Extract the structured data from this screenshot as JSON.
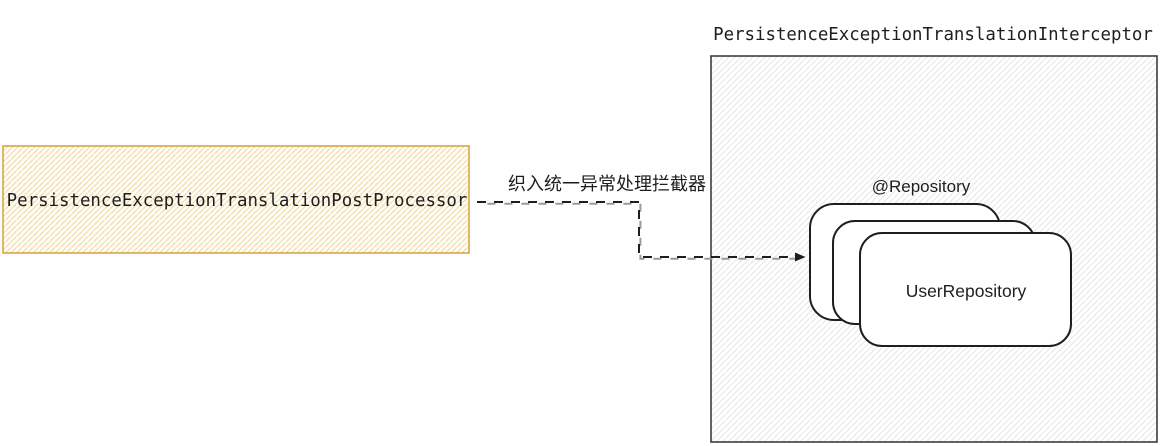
{
  "colors": {
    "ink": "#1e1e1e",
    "gold_border": "#d9a648",
    "gold_hatch": "#f0dcab",
    "gold_base": "#fffdf6",
    "gray_border": "#3d3d3d",
    "gray_hatch": "#e7e7e7",
    "card_fill": "#ffffff",
    "connector_gray": "#9a9a9a"
  },
  "postprocessor_box": {
    "label": "PersistenceExceptionTranslationPostProcessor"
  },
  "interceptor_box": {
    "title": "PersistenceExceptionTranslationInterceptor"
  },
  "repository_stack": {
    "annotation": "@Repository",
    "card_label": "UserRepository",
    "card_count": "3"
  },
  "connector": {
    "label": "织入统一异常处理拦截器",
    "style": "dashed-arrow"
  }
}
